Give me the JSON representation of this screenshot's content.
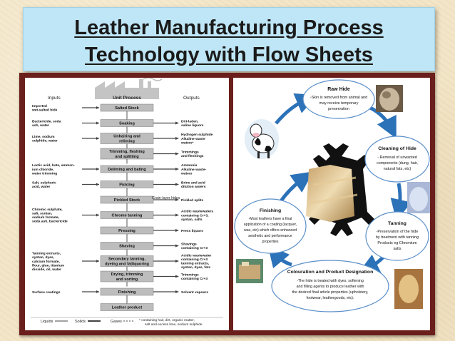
{
  "title": {
    "line1": "Leather Manufacturing Process",
    "line2": "Technology with Flow Sheets"
  },
  "flow_sheet": {
    "headers": {
      "inputs": "Inputs",
      "unit_process": "Unit Process",
      "outputs": "Outputs"
    },
    "steps": [
      {
        "inputs": [
          "Imported",
          "wet-salted hide"
        ],
        "process": [
          "Salted Stock"
        ],
        "outputs": []
      },
      {
        "inputs": [
          "Bactericide, soda",
          "ash, water"
        ],
        "process": [
          "Soaking"
        ],
        "outputs": [
          "Dirt-laden,",
          "saline liquors"
        ]
      },
      {
        "inputs": [
          "Lime, sodium",
          "sulphide, water"
        ],
        "process": [
          "Unhairing and",
          "reliming"
        ],
        "outputs": [
          "Hydrogen sulphide",
          "Alkaline waste",
          "waters*"
        ]
      },
      {
        "inputs": [],
        "process": [
          "Trimming, fleshing",
          "and splitting"
        ],
        "outputs": [
          "Trimmings",
          "and fleshings"
        ]
      },
      {
        "inputs": [
          "Lactic acid, bate, ammon-",
          "ium chloride,",
          "water trimming"
        ],
        "process": [
          "Deliming and bating"
        ],
        "outputs": [
          "Ammonia",
          "Alkaline waste-",
          "waters"
        ]
      },
      {
        "inputs": [
          "Salt, sulphuric",
          "acid, water"
        ],
        "process": [
          "Pickling"
        ],
        "outputs": [
          "Brine and acid",
          "dilution waters"
        ]
      },
      {
        "inputs": [],
        "process": [
          "Pickled Stock"
        ],
        "outputs": [
          "Pickled splits"
        ]
      },
      {
        "inputs": [
          "Chromic sulphate,",
          "salt, syntan,",
          "sodium formate,",
          "soda ash, bactericide"
        ],
        "process": [
          "Chrome tanning"
        ],
        "outputs": [
          "Acidic wastewaters",
          "containing Cr+3,",
          "syntan, salts"
        ]
      },
      {
        "inputs": [],
        "process": [
          "Pressing"
        ],
        "outputs": [
          "Press liquors"
        ]
      },
      {
        "inputs": [],
        "process": [
          "Shaving"
        ],
        "outputs": [
          "Shavings",
          "containing Cr+3"
        ]
      },
      {
        "inputs": [
          "Tanning extracts,",
          "syntan, dyes,",
          "calcium formate,",
          "flour, glue, titanium",
          "dioxide, oil, water"
        ],
        "process": [
          "Secondary tanning,",
          "dyeing and fatliquoring"
        ],
        "outputs": [
          "Acidic wastewater",
          "containing Cr+3",
          "tanning extracts,",
          "syntan, dyes, fats"
        ]
      },
      {
        "inputs": [],
        "process": [
          "Drying, trimming",
          "and sorting"
        ],
        "outputs": [
          "Trimmings",
          "containing Cr+3"
        ]
      },
      {
        "inputs": [
          "Surface coatings"
        ],
        "process": [
          "Finishing"
        ],
        "outputs": [
          "Solvent vapours"
        ]
      },
      {
        "inputs": [],
        "process": [
          "Leather product"
        ],
        "outputs": []
      }
    ],
    "side_note": "Grain-layer hides",
    "legend": [
      "Liquids",
      "Solids",
      "Gases"
    ],
    "footnote": [
      "* containing hair, dirt, organic matter,",
      "salt and excess lime, sodium sulphide"
    ]
  },
  "cycle": {
    "raw_hide": {
      "title": "Raw Hide",
      "lines": [
        "-Skin is removed from animal and",
        "may receive temporary",
        "preservation"
      ]
    },
    "cleaning": {
      "title": "Cleaning of Hide",
      "lines": [
        "- Removal of unwanted",
        "components (dung, hair,",
        "natural fats, etc)"
      ]
    },
    "tanning": {
      "title": "Tanning",
      "lines": [
        "-Preservation of the hide",
        "by treatment with tanning",
        "Products eg Chromium",
        "salts"
      ]
    },
    "colouration": {
      "title": "Colouration and Product Designation",
      "lines": [
        "-The hide is treated with dyes, softening",
        "and filling agents to produce leather with",
        "the desired final article properties (upholstery,",
        "footwear, leathergoods, etc)."
      ]
    },
    "finishing": {
      "title": "Finishing",
      "lines": [
        "-Most leathers have a final",
        "application of a coating (lacquer,",
        "wax, etc) which offers enhanced",
        "aesthetic and performance",
        "properties"
      ]
    }
  }
}
